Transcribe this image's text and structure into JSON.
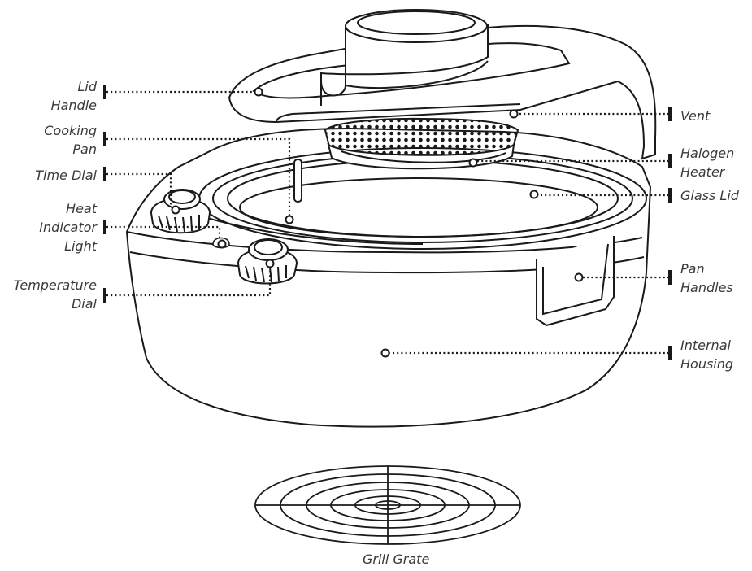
{
  "colors": {
    "stroke": "#1a1a1a",
    "text": "#3a3a3a",
    "background": "#ffffff"
  },
  "labels": {
    "lid_handle": [
      "Lid",
      "Handle"
    ],
    "cooking_pan": [
      "Cooking",
      "Pan"
    ],
    "time_dial": [
      "Time Dial"
    ],
    "heat_indicator_light": [
      "Heat",
      "Indicator",
      "Light"
    ],
    "temperature_dial": [
      "Temperature",
      "Dial"
    ],
    "vent": [
      "Vent"
    ],
    "halogen_heater": [
      "Halogen",
      "Heater"
    ],
    "glass_lid": [
      "Glass Lid"
    ],
    "pan_handles": [
      "Pan",
      "Handles"
    ],
    "internal_housing": [
      "Internal",
      "Housing"
    ],
    "grill_grate": [
      "Grill Grate"
    ]
  }
}
